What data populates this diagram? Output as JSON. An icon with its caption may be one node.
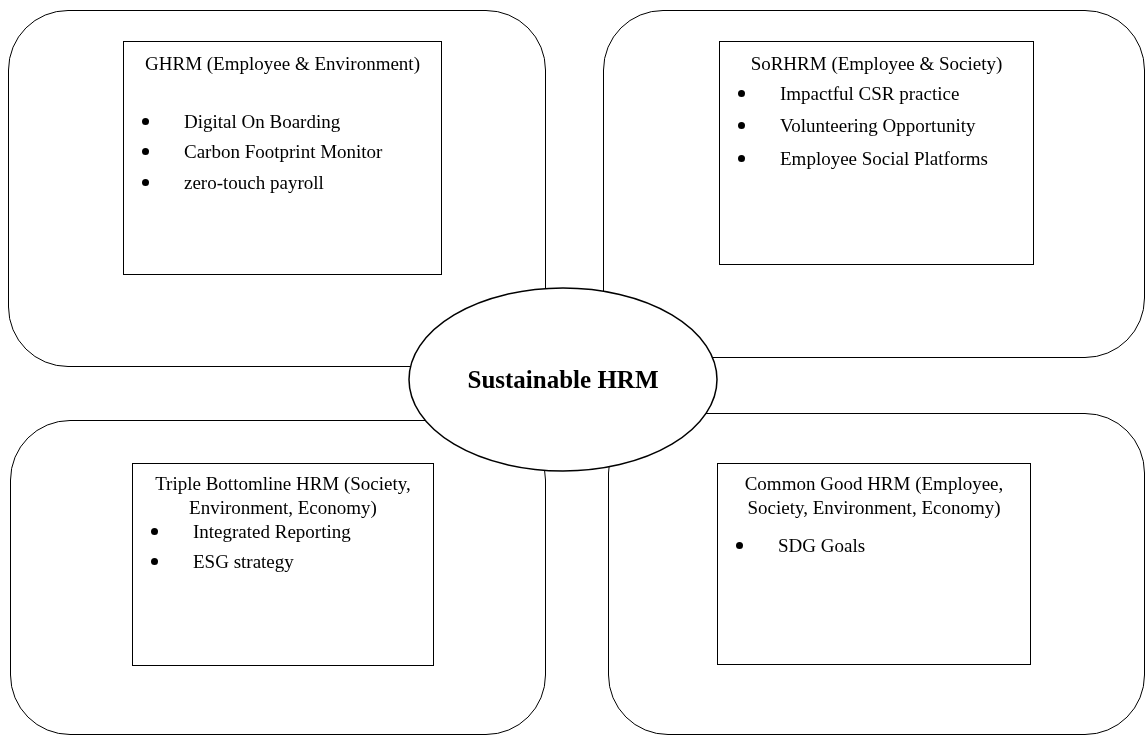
{
  "diagram": {
    "nodes": [
      {
        "text": [],
        "shape": "box"
      },
      {
        "text": [
          "GHRM (Employee & Environment)",
          "Digital On Boarding",
          "Carbon Footprint Monitor",
          "zero-touch payroll"
        ],
        "in": 0
      },
      {
        "text": [],
        "shape": "box"
      },
      {
        "text": [
          "SoRHRM (Employee & Society)",
          "Impactful CSR practice",
          "Volunteering Opportunity",
          "Employee Social Platforms"
        ],
        "in": 2
      },
      {
        "text": [
          "Sustainable HRM"
        ]
      },
      {
        "text": [],
        "shape": "box"
      },
      {
        "text": [
          "Triple Bottomline HRM (Society, Environment, Economy)",
          "Integrated Reporting",
          "ESG strategy"
        ],
        "in": 5
      },
      {
        "text": [],
        "shape": "box"
      },
      {
        "text": [
          "Common Good HRM (Employee, Society, Environment, Economy)",
          "SDG Goals"
        ],
        "in": 7
      }
    ]
  }
}
